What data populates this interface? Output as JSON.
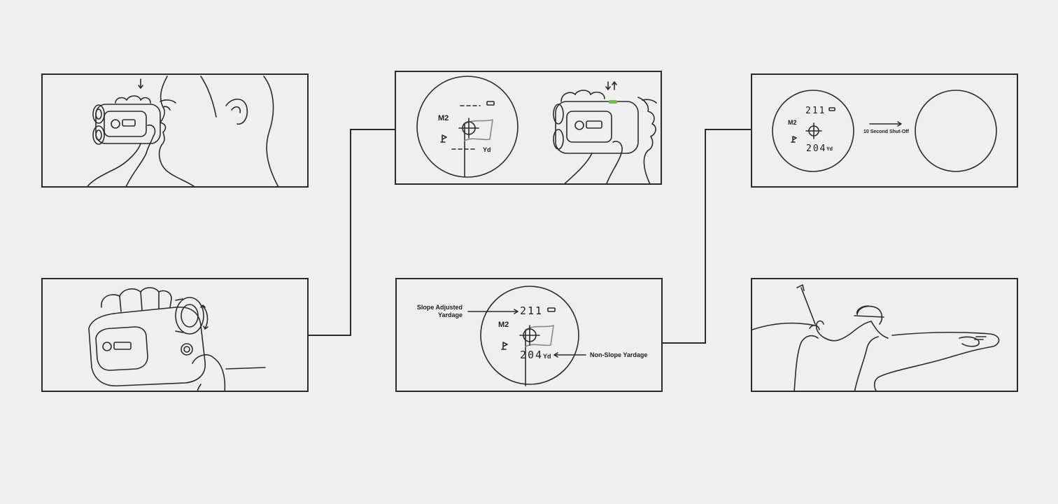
{
  "colors": {
    "background": "#efefef",
    "line": "#2b2b2b",
    "accent_button": "#6cc04a"
  },
  "step3": {
    "mode": "M2",
    "unit": "Yd",
    "battery_icon": "battery-icon"
  },
  "step5": {
    "top_reading": "211",
    "mode": "M2",
    "bottom_reading": "204",
    "unit": "Yd",
    "annotation_slope": "Slope Adjusted\nYardage",
    "annotation_nonslope": "Non-Slope Yardage"
  },
  "step4": {
    "top_reading": "211",
    "mode": "M2",
    "bottom_reading": "204",
    "unit": "Yd",
    "shutoff_label": "10 Second Shut-Off"
  }
}
